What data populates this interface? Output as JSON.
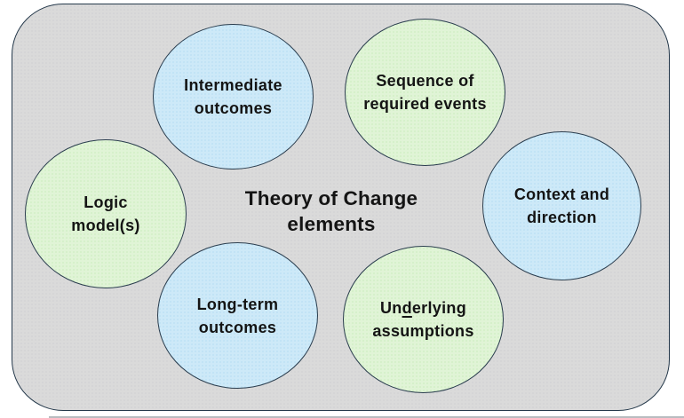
{
  "title": {
    "line1": "Theory of Change",
    "line2": "elements"
  },
  "circles": [
    {
      "id": "intermediate-outcomes",
      "color": "blue",
      "line1": "Intermediate",
      "line2": "outcomes"
    },
    {
      "id": "sequence-of-required-events",
      "color": "green",
      "line1": "Sequence of",
      "line2": "required events"
    },
    {
      "id": "logic-models",
      "color": "green",
      "line1": "Logic",
      "line2": "model(s)"
    },
    {
      "id": "context-and-direction",
      "color": "blue",
      "line1": "Context and",
      "line2": "direction"
    },
    {
      "id": "long-term-outcomes",
      "color": "blue",
      "line1": "Long-term",
      "line2": "outcomes"
    },
    {
      "id": "underlying-assumptions",
      "color": "green",
      "line1_pre": "Un",
      "line1_underlined": "d",
      "line1_post": "erlying",
      "line2": "assumptions"
    }
  ],
  "colors": {
    "background": "#ffffff",
    "panel_fill": "#dadada",
    "panel_dot": "#c9c9cc",
    "panel_border": "#24384a",
    "blue_fill": "#cde9f8",
    "blue_dot": "#a5d4ee",
    "green_fill": "#e0f4d6",
    "green_dot": "#bce7ae",
    "circle_border": "#2a3d4e",
    "text": "#141414"
  }
}
